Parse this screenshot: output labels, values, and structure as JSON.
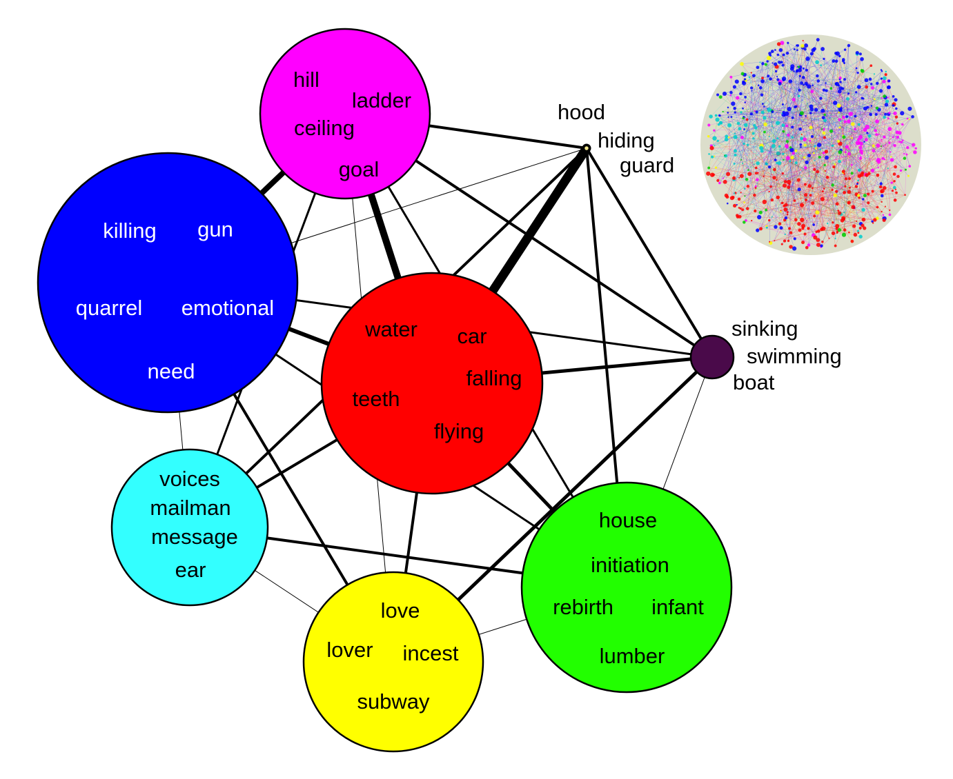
{
  "clusters": [
    {
      "id": "magenta",
      "color": "#ff00ff",
      "text_color": "#000000",
      "words": [
        "hill",
        "ladder",
        "ceiling",
        "goal"
      ]
    },
    {
      "id": "blue",
      "color": "#0000ff",
      "text_color": "#ffffff",
      "words": [
        "killing",
        "gun",
        "quarrel",
        "emotional",
        "need"
      ]
    },
    {
      "id": "red",
      "color": "#ff0000",
      "text_color": "#000000",
      "words": [
        "water",
        "car",
        "falling",
        "teeth",
        "flying"
      ]
    },
    {
      "id": "cyan",
      "color": "#33ffff",
      "text_color": "#000000",
      "words": [
        "voices",
        "mailman",
        "message",
        "ear"
      ]
    },
    {
      "id": "yellow",
      "color": "#ffff00",
      "text_color": "#000000",
      "words": [
        "love",
        "lover",
        "incest",
        "subway"
      ]
    },
    {
      "id": "green",
      "color": "#22ff00",
      "text_color": "#000000",
      "words": [
        "house",
        "initiation",
        "rebirth",
        "infant",
        "lumber"
      ]
    },
    {
      "id": "dark",
      "color": "#4a0a4a",
      "text_color": "#000000",
      "words": [
        "sinking",
        "swimming",
        "boat"
      ]
    },
    {
      "id": "hood",
      "color": "#f0e68c",
      "text_color": "#000000",
      "words": [
        "hood",
        "hiding",
        "guard"
      ]
    }
  ],
  "edges": [
    {
      "source": "magenta",
      "target": "blue",
      "weight": 8
    },
    {
      "source": "magenta",
      "target": "red",
      "weight": 10
    },
    {
      "source": "magenta",
      "target": "hood",
      "weight": 4
    },
    {
      "source": "magenta",
      "target": "dark",
      "weight": 4
    },
    {
      "source": "magenta",
      "target": "green",
      "weight": 3
    },
    {
      "source": "magenta",
      "target": "cyan",
      "weight": 3
    },
    {
      "source": "magenta",
      "target": "yellow",
      "weight": 1
    },
    {
      "source": "blue",
      "target": "red",
      "weight": 6
    },
    {
      "source": "blue",
      "target": "hood",
      "weight": 1
    },
    {
      "source": "blue",
      "target": "yellow",
      "weight": 4
    },
    {
      "source": "blue",
      "target": "cyan",
      "weight": 1
    },
    {
      "source": "blue",
      "target": "green",
      "weight": 3
    },
    {
      "source": "blue",
      "target": "dark",
      "weight": 3
    },
    {
      "source": "red",
      "target": "hood",
      "weight": 13
    },
    {
      "source": "red",
      "target": "dark",
      "weight": 5
    },
    {
      "source": "red",
      "target": "cyan",
      "weight": 4
    },
    {
      "source": "red",
      "target": "yellow",
      "weight": 4
    },
    {
      "source": "red",
      "target": "green",
      "weight": 5
    },
    {
      "source": "hood",
      "target": "dark",
      "weight": 4
    },
    {
      "source": "hood",
      "target": "green",
      "weight": 4
    },
    {
      "source": "hood",
      "target": "cyan",
      "weight": 4
    },
    {
      "source": "dark",
      "target": "yellow",
      "weight": 5
    },
    {
      "source": "dark",
      "target": "green",
      "weight": 1
    },
    {
      "source": "cyan",
      "target": "green",
      "weight": 4
    },
    {
      "source": "cyan",
      "target": "yellow",
      "weight": 1
    },
    {
      "source": "yellow",
      "target": "green",
      "weight": 1
    }
  ],
  "colors": {
    "edge": "#000000",
    "inset_palette": [
      "#0000ff",
      "#ff0000",
      "#00cc00",
      "#ffff00",
      "#ff00ff",
      "#00cccc"
    ]
  }
}
